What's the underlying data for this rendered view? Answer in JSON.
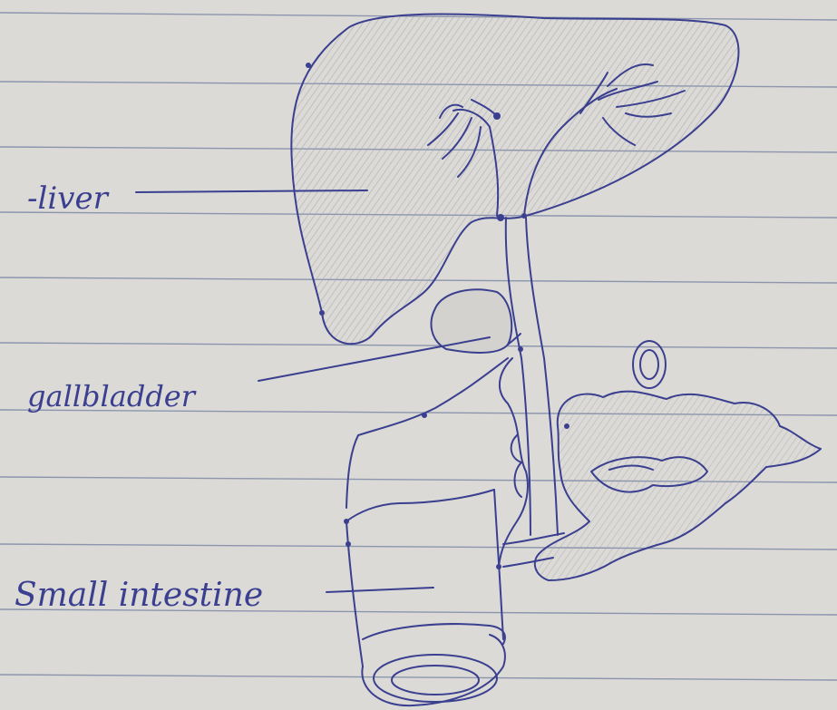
{
  "diagram": {
    "labels": {
      "liver": "-liver",
      "gallbladder": "gallbladder",
      "small_intestine": "Small intestine"
    },
    "colors": {
      "ink": "#3a3f8f",
      "paper": "#dcdad7",
      "ruled_line": "#7d8aa6",
      "shading": "#b9bab8"
    }
  }
}
